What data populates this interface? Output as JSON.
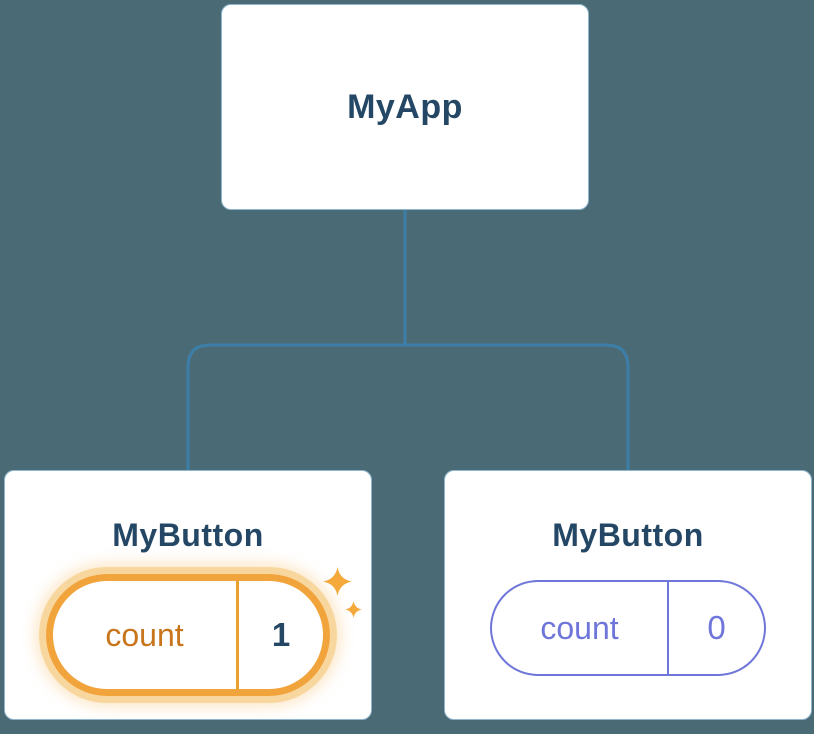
{
  "diagram": {
    "title": "component-state-tree",
    "root": {
      "label": "MyApp"
    },
    "children": {
      "left": {
        "label": "MyButton",
        "state": {
          "name": "count",
          "value": "1"
        },
        "highlighted": true
      },
      "right": {
        "label": "MyButton",
        "state": {
          "name": "count",
          "value": "0"
        },
        "highlighted": false
      }
    }
  },
  "colors": {
    "background": "#4A6B75",
    "card_background": "#FFFFFF",
    "card_border": "#8FB7CF",
    "node_text": "#234764",
    "connector": "#3D7EA8",
    "highlight_border": "#F2A43C",
    "highlight_glow": "#F8D79F",
    "highlight_text": "#C8751C",
    "state_purple": "#6F76D9",
    "sparkle": "#F5A93B"
  }
}
